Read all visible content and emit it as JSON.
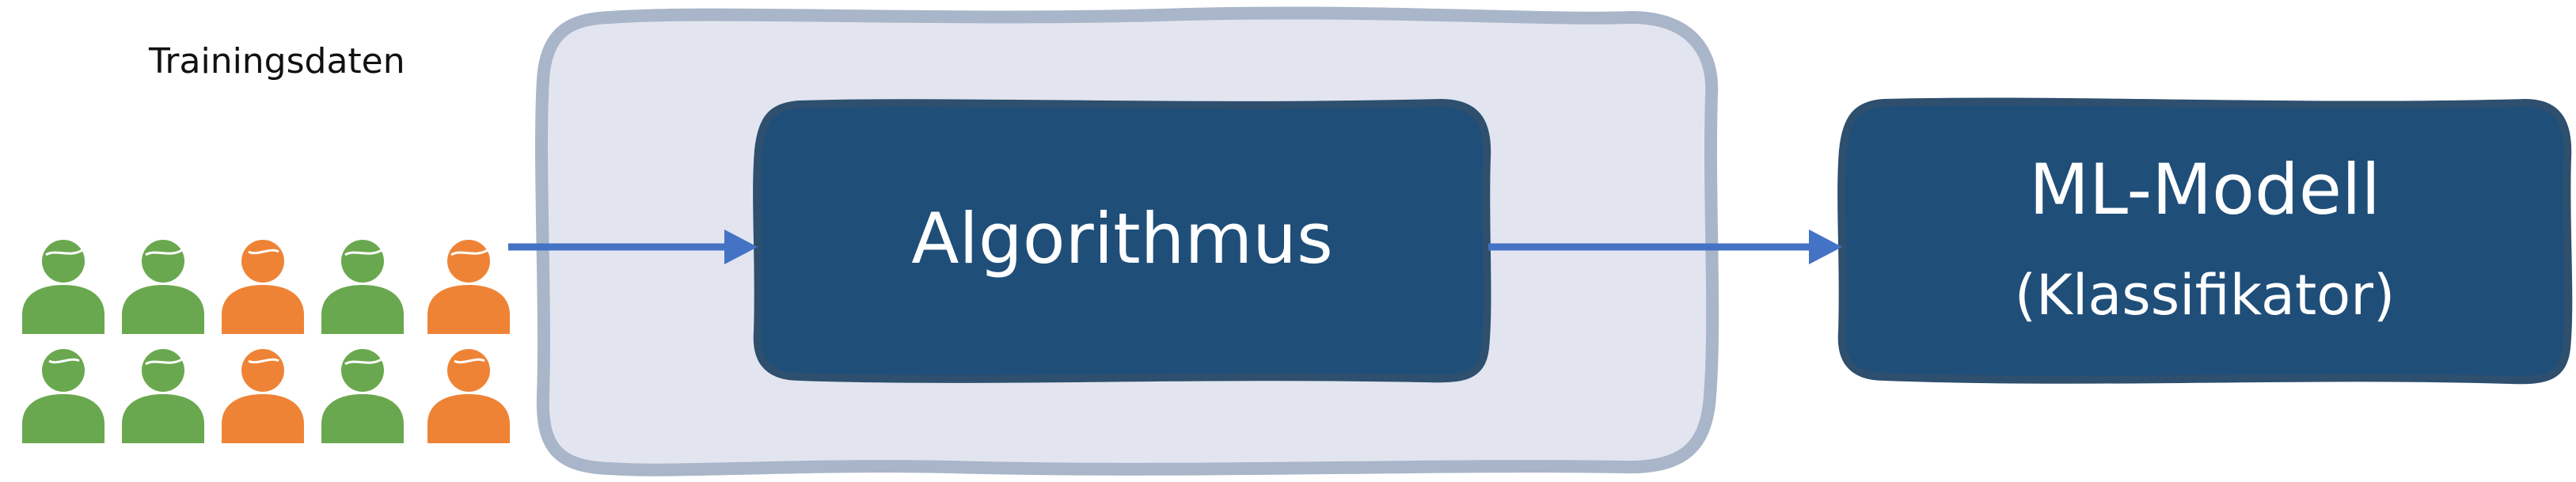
{
  "training_data": {
    "label": "Trainingsdaten",
    "people": [
      {
        "type": "male",
        "class": "green"
      },
      {
        "type": "male",
        "class": "green"
      },
      {
        "type": "female",
        "class": "orange"
      },
      {
        "type": "male",
        "class": "green"
      },
      {
        "type": "male",
        "class": "orange"
      },
      {
        "type": "female",
        "class": "green"
      },
      {
        "type": "male",
        "class": "green"
      },
      {
        "type": "female",
        "class": "orange"
      },
      {
        "type": "male",
        "class": "green"
      },
      {
        "type": "female",
        "class": "orange"
      }
    ]
  },
  "algorithm": {
    "label": "Algorithmus"
  },
  "model": {
    "label": "ML-Modell",
    "sublabel": "(Klassifikator)"
  },
  "colors": {
    "green": "#6aa84f",
    "orange": "#ee8336",
    "box_fill": "#1f4e79",
    "box_border": "#2e4f6e",
    "container_fill": "#e2e5ef",
    "container_border": "#a9b5c9",
    "arrow": "#4472c4"
  }
}
